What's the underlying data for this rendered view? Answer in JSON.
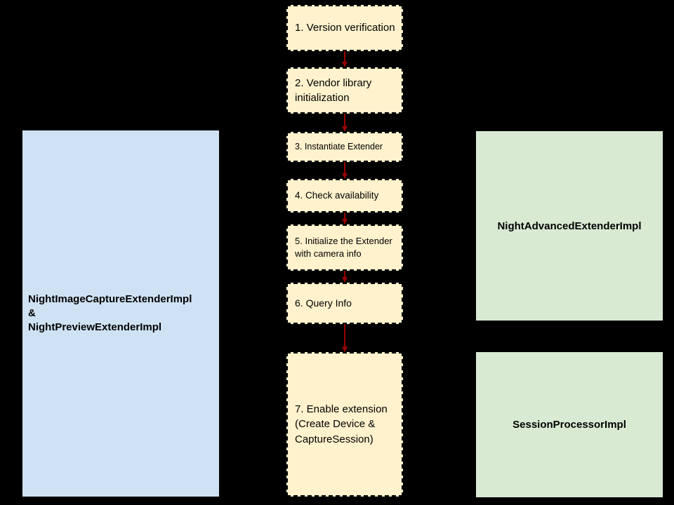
{
  "colors": {
    "background": "#000000",
    "step_fill": "#FFF2CC",
    "step_border": "#000000",
    "left_box_fill": "#CFE2F3",
    "right_box_fill": "#D9EAD3",
    "arrow": "#990000",
    "text": "#000000"
  },
  "left_box": {
    "label": "NightImageCaptureExtenderImpl\n&\nNightPreviewExtenderImpl"
  },
  "steps": [
    {
      "label": "1. Version\nverification"
    },
    {
      "label": "2. Vendor library\ninitialization"
    },
    {
      "label": "3. Instantiate\nExtender"
    },
    {
      "label": "4. Check availability"
    },
    {
      "label": "5. Initialize the\nExtender with\ncamera info"
    },
    {
      "label": "6. Query Info"
    },
    {
      "label": "7. Enable\nextension\n(Create Device &\nCaptureSession)"
    }
  ],
  "right_boxes": [
    {
      "label": "NightAdvancedExtenderImpl"
    },
    {
      "label": "SessionProcessorImpl"
    }
  ]
}
